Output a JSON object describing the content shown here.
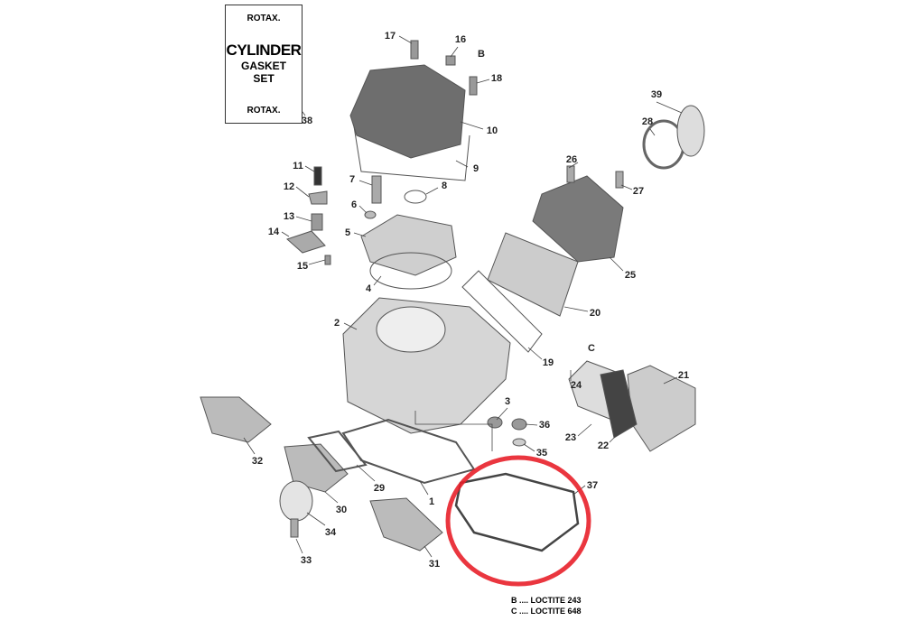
{
  "kit_card": {
    "brand": "ROTAX.",
    "title": "CYLINDER",
    "line2": "GASKET",
    "line3": "SET"
  },
  "callouts": [
    "1",
    "2",
    "3",
    "4",
    "5",
    "6",
    "7",
    "8",
    "9",
    "10",
    "11",
    "12",
    "13",
    "14",
    "15",
    "16",
    "17",
    "18",
    "19",
    "20",
    "21",
    "22",
    "23",
    "24",
    "25",
    "26",
    "27",
    "28",
    "29",
    "30",
    "31",
    "32",
    "33",
    "34",
    "35",
    "36",
    "37",
    "38",
    "39",
    "B",
    "C"
  ],
  "legend": [
    "B .... LOCTITE 243",
    "C .... LOCTITE 648"
  ],
  "highlight": {
    "part": "37",
    "color": "#e8202a"
  }
}
